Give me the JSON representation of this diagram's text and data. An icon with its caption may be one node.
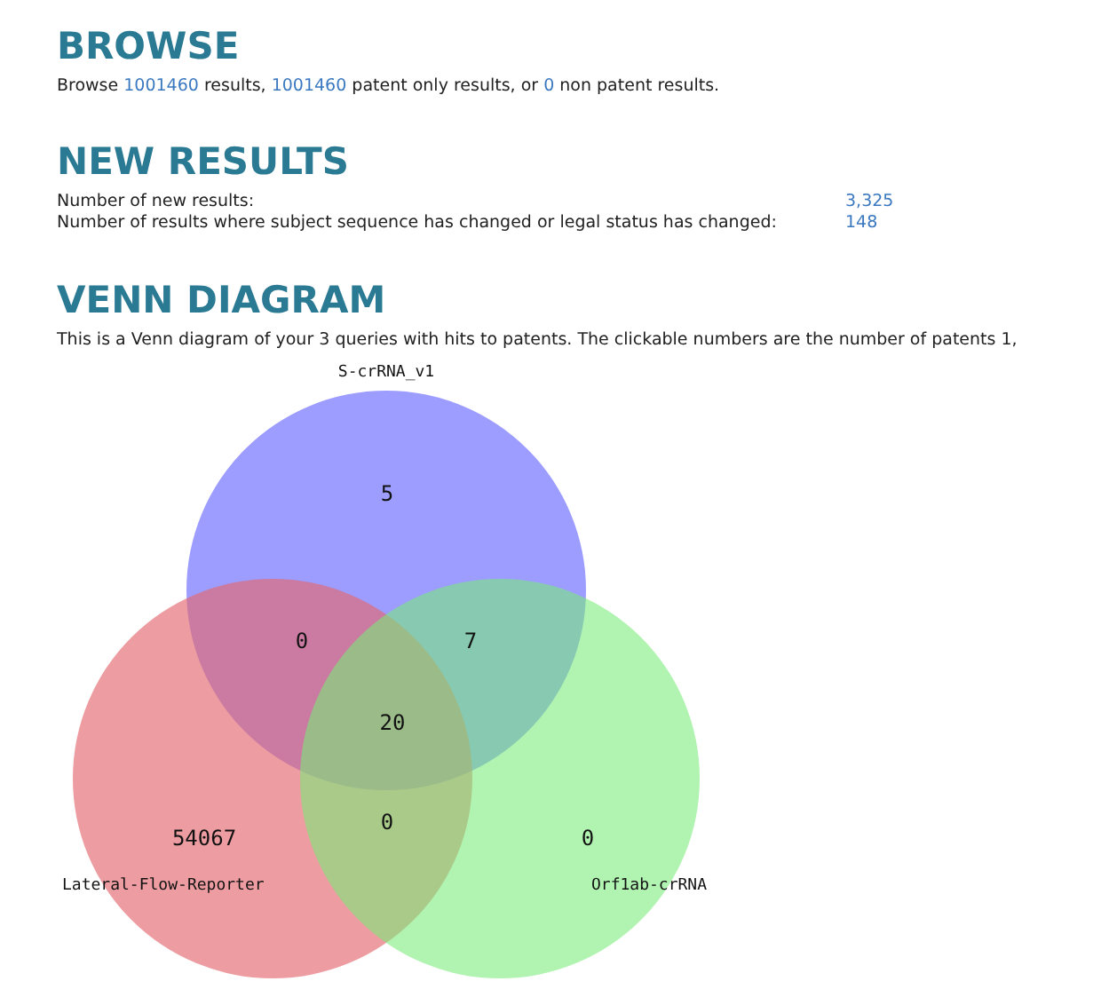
{
  "diagram": {
    "nodes": [
      {
        "text": [
          "S-crRNA_v1",
          "5"
        ]
      },
      {
        "text": [
          "54067",
          "Lateral-Flow-Reporter"
        ]
      },
      {
        "text": [
          "0",
          "Orf1ab-crRNA"
        ]
      }
    ],
    "edges": [],
    "labels": [
      "BROWSE",
      "Browse 1001460 results, 1001460 patent only results, or 0 non patent results.",
      "NEW RESULTS",
      "Number of new results:",
      "3,325",
      "Number of results where subject sequence has changed or legal status has changed:",
      "148",
      "VENN DIAGRAM",
      "This is a Venn diagram of your 3 queries with hits to patents. The clickable numbers are the number of patents 1,",
      "0",
      "7",
      "20",
      "0"
    ]
  }
}
